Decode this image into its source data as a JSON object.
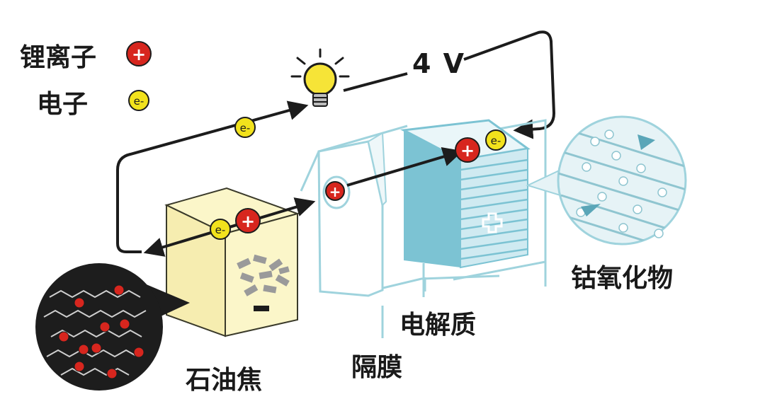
{
  "legend": {
    "lithium_ion": "锂离子",
    "electron": "电子"
  },
  "voltage": "4 V",
  "particles": {
    "ion_symbol": "+",
    "electron_symbol": "e-"
  },
  "labels": {
    "anode": "石油焦",
    "separator": "隔膜",
    "electrolyte": "电解质",
    "cathode": "钴氧化物"
  },
  "electrodes": {
    "negative_sign": "−",
    "positive_sign": "+"
  },
  "icons": [
    "light-bulb-icon",
    "ion-icon",
    "electron-icon",
    "arrow-icon"
  ],
  "colors": {
    "ion": "#d7261e",
    "electron": "#f2e21c",
    "anode": "#fbf6c9",
    "cathode": "#7cc3d3",
    "wire": "#1c1c1c",
    "casing": "#9fd3dd",
    "inset_dark": "#1d1d1d",
    "inset_light": "#e6f3f6"
  }
}
